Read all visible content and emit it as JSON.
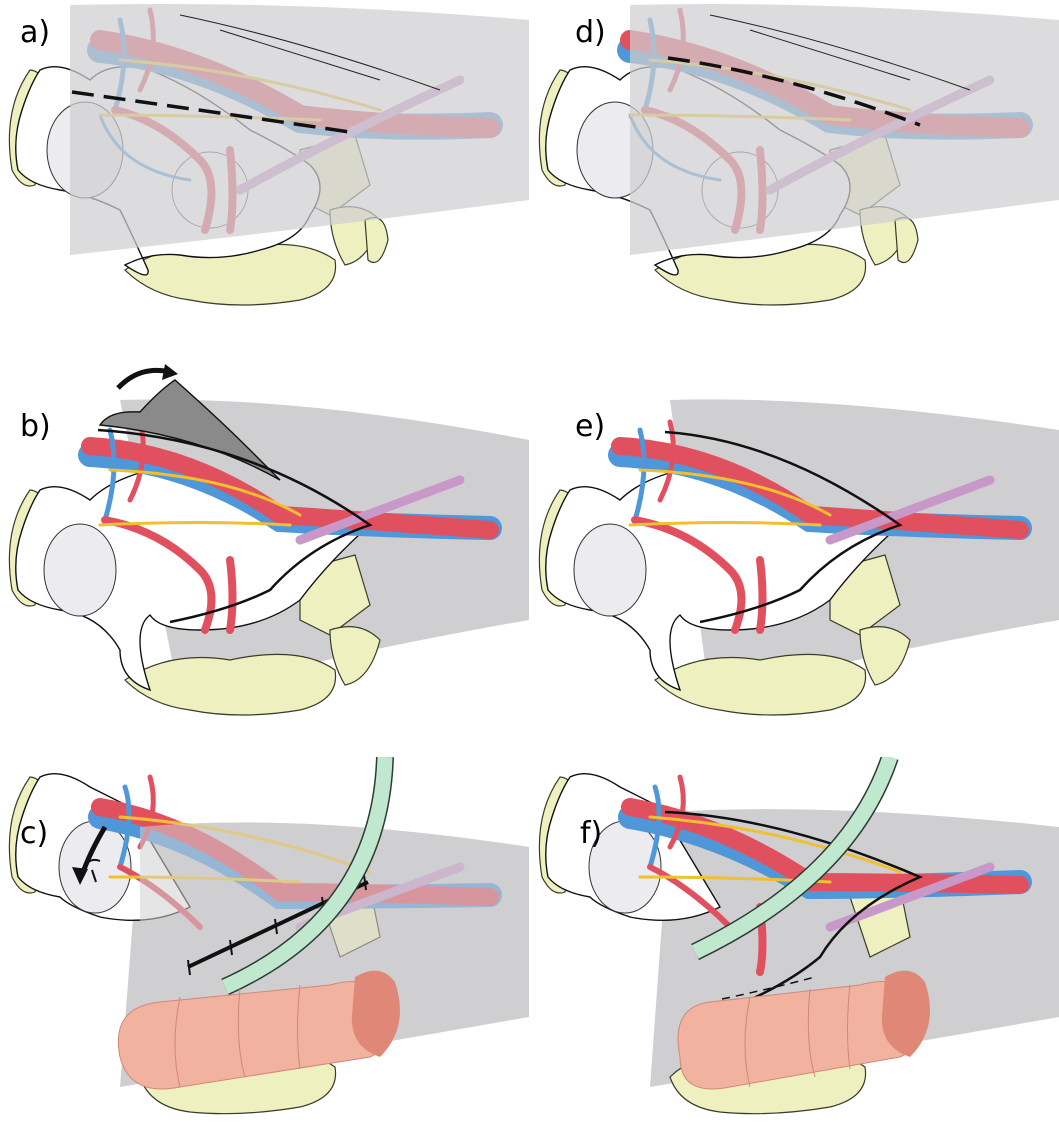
{
  "figure": {
    "panels": [
      {
        "id": "a",
        "label": "a)"
      },
      {
        "id": "b",
        "label": "b)"
      },
      {
        "id": "c",
        "label": "c)"
      },
      {
        "id": "d",
        "label": "d)"
      },
      {
        "id": "e",
        "label": "e)"
      },
      {
        "id": "f",
        "label": "f)"
      }
    ]
  },
  "colors": {
    "artery": "#e0505f",
    "vein": "#4f97d8",
    "nerve": "#f0c030",
    "duct": "#c898c8",
    "bone": "#eff0bf",
    "bone_outline": "#3b3b2a",
    "tissue_shade": "#cfcfd1",
    "flap": "#8a8a8a",
    "tube": "#bfe8cf",
    "bowel": "#f2b2a0",
    "bowel_dark": "#e08878",
    "outline": "#111111"
  }
}
